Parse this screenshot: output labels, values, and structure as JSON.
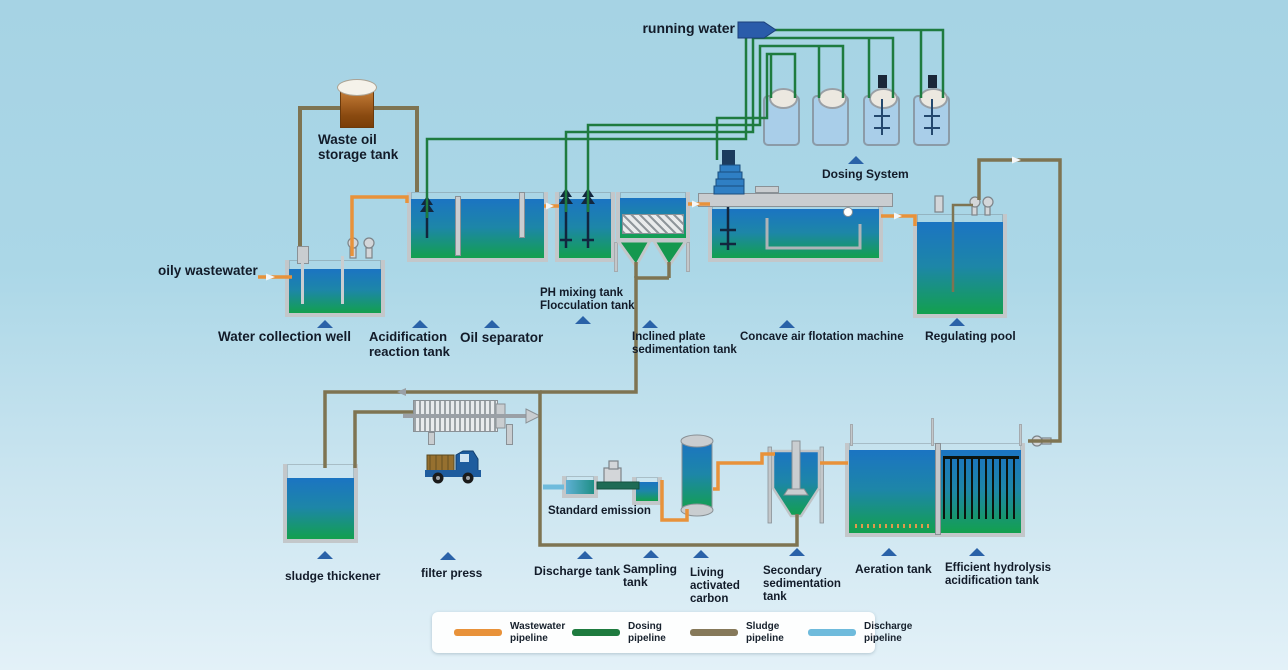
{
  "diagram": {
    "labels": {
      "running_water": "running water",
      "waste_oil_storage_tank": "Waste oil storage tank",
      "oily_wastewater": "oily wastewater",
      "water_collection_well": "Water collection well",
      "acidification_reaction_tank": "Acidification reaction tank",
      "oil_separator": "Oil separator",
      "ph_mixing_tank": "PH mixing tank",
      "flocculation_tank": "Flocculation tank",
      "inclined_plate_sedimentation_tank": "Inclined plate sedimentation tank",
      "concave_air_flotation_machine": "Concave air flotation machine",
      "regulating_pool": "Regulating pool",
      "dosing_system": "Dosing System",
      "sludge_thickener": "sludge thickener",
      "filter_press": "filter press",
      "standard_emission": "Standard emission",
      "discharge_tank": "Discharge tank",
      "sampling_tank": "Sampling tank",
      "living_activated_carbon": "Living activated carbon",
      "secondary_sedimentation_tank": "Secondary sedimentation tank",
      "aeration_tank": "Aeration tank",
      "efficient_hydrolysis_acidification_tank": "Efficient hydrolysis acidification tank"
    },
    "legend": {
      "items": [
        {
          "label": "Wastewater pipeline",
          "color": "#E8923A"
        },
        {
          "label": "Dosing pipeline",
          "color": "#1E7B3F"
        },
        {
          "label": "Sludge pipeline",
          "color": "#86795A"
        },
        {
          "label": "Discharge pipeline",
          "color": "#6FBBDC"
        }
      ]
    },
    "colors": {
      "background_top": "#A6D3E4",
      "background_bottom": "#E3F1F8",
      "water_top": "#1B74C2",
      "water_bottom": "#13A04E",
      "tank_wall": "#C3C7CA",
      "running_water_arrow": "#2A5CAA",
      "pointer_triangle": "#2A62A8",
      "waste_oil_tank": "#8A4A10"
    }
  }
}
